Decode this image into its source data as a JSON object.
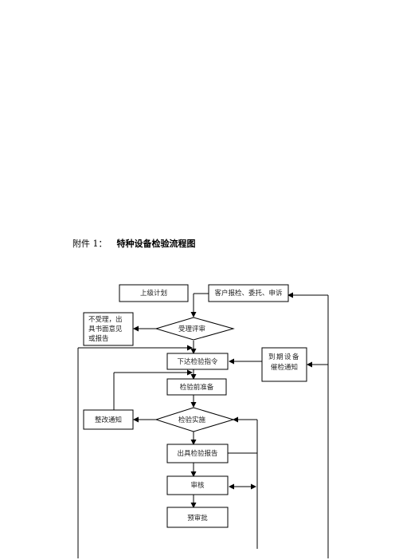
{
  "heading": {
    "prefix": "附件 1：",
    "title": "特种设备检验流程图"
  },
  "flowchart": {
    "nodes": {
      "superior_plan": "上级计划",
      "customer_request": "客户报检、委托、申诉",
      "reject_line1": "不受理，出",
      "reject_line2": "具书面意见",
      "reject_line3": "或报告",
      "acceptance_review": "受理评审",
      "issue_order": "下达检验指令",
      "due_line1": "到期设备",
      "due_line2": "催检通知",
      "pre_inspection": "检验前准备",
      "rectify_notice": "整改通知",
      "inspection_exec": "检验实施",
      "issue_report": "出具检验报告",
      "audit": "审核",
      "pre_approval": "预审批"
    }
  }
}
